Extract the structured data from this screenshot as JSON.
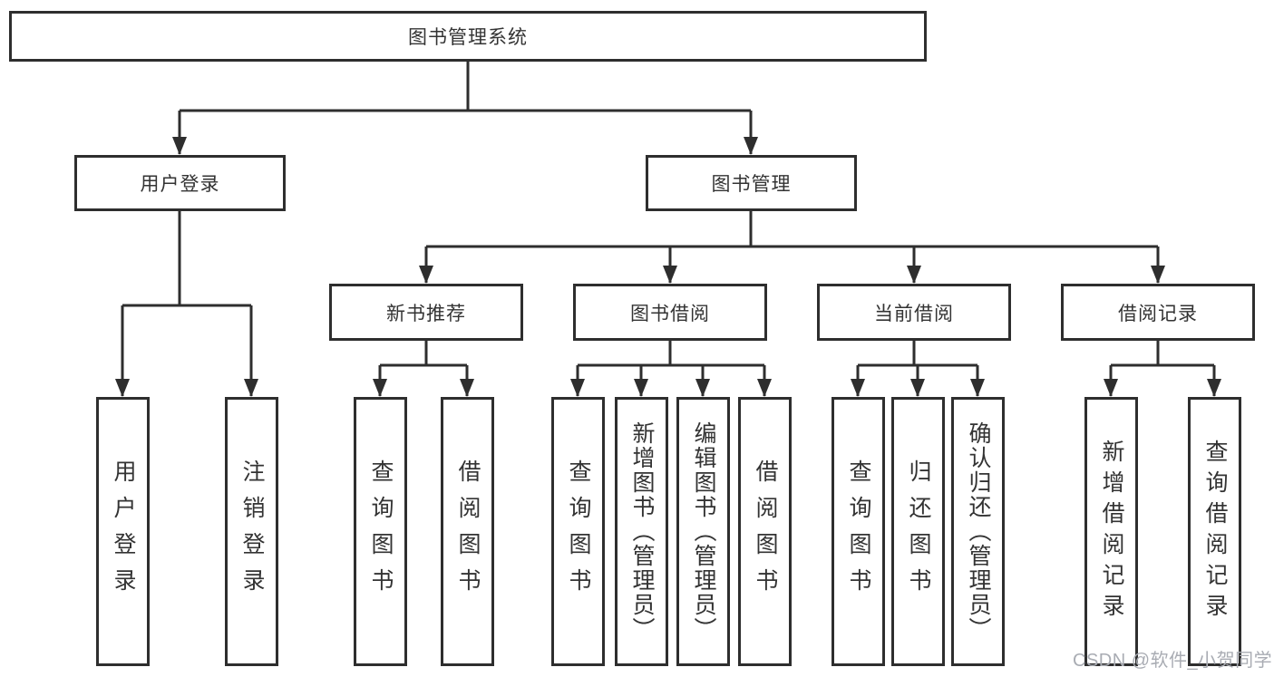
{
  "diagram": {
    "root": {
      "label": "图书管理系统"
    },
    "level2": [
      {
        "label": "用户登录"
      },
      {
        "label": "图书管理"
      }
    ],
    "level3": [
      {
        "label": "新书推荐"
      },
      {
        "label": "图书借阅"
      },
      {
        "label": "当前借阅"
      },
      {
        "label": "借阅记录"
      }
    ],
    "leaves": {
      "user_login": [
        "用户登录",
        "注销登录"
      ],
      "new_book_recommend": [
        "查询图书",
        "借阅图书"
      ],
      "book_borrow": [
        "查询图书",
        "新增图书（管理员）",
        "编辑图书（管理员）",
        "借阅图书"
      ],
      "current_borrow": [
        "查询图书",
        "归还图书",
        "确认归还（管理员）"
      ],
      "borrow_records": [
        "新增借阅记录",
        "查询借阅记录"
      ]
    },
    "watermark": "CSDN @软件_小贺同学",
    "colors": {
      "line": "#2e2e2e",
      "box_background": "#ffffff",
      "text": "#333333",
      "watermark": "#a9acb3"
    }
  }
}
